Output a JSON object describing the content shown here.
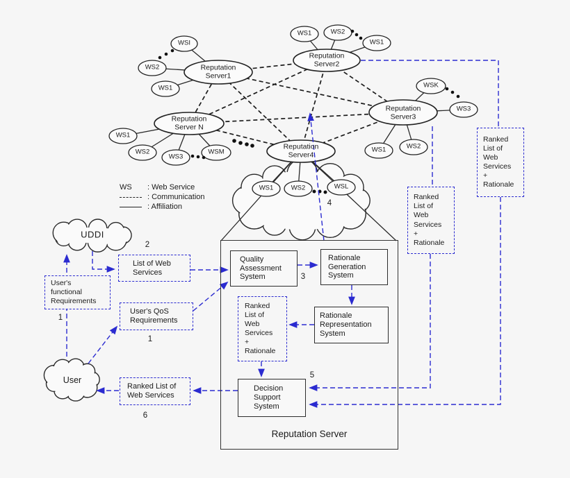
{
  "colors": {
    "ink": "#1b1b1b",
    "accent": "#2b2bd0",
    "background": "#f6f6f6"
  },
  "legend": {
    "rows": [
      {
        "key": "WS",
        "value": ": Web Service"
      },
      {
        "key": "dashed-line",
        "value": ": Communication"
      },
      {
        "key": "solid-line",
        "value": ": Affiliation"
      }
    ]
  },
  "network": {
    "servers": {
      "rs1": "Reputation\nServer1",
      "rs2": "Reputation\nServer2",
      "rs3": "Reputation\nServer3",
      "rs4": "Reputation\nServer4",
      "rsn": "Reputation\nServer N"
    },
    "ws": {
      "rs1": [
        "WSI",
        "WS2",
        "WS1"
      ],
      "rs2": [
        "WS1",
        "WS2",
        "WS1"
      ],
      "rs3": [
        "WSK",
        "WS3",
        "WS1",
        "WS2"
      ],
      "rsn": [
        "WS1",
        "WS2",
        "WS3",
        "WSM"
      ],
      "cloud": [
        "WS1",
        "WS2",
        "WSL"
      ]
    }
  },
  "clouds": {
    "uddi": "UDDI",
    "user": "User"
  },
  "boxes": {
    "list_web": "List of Web\nServices",
    "func_req": "User's\nfunctional\nRequirements",
    "qos_req": "User's QoS\nRequirements",
    "ranked_user": "Ranked List of\nWeb Services",
    "qas": "Quality\nAssessment\nSystem",
    "rgs": "Rationale\nGeneration\nSystem",
    "rrs": "Rationale\nRepresentation\nSystem",
    "dss": "Decision\nSupport\nSystem",
    "ranked_center": "Ranked\nList of\nWeb\nServices\n+\nRationale",
    "ranked_right_inner": "Ranked\nList of\nWeb\nServices\n+\nRationale",
    "ranked_right_outer": "Ranked\nList of\nWeb\nServices\n+\nRationale"
  },
  "container": {
    "label": "Reputation Server"
  },
  "steps": {
    "s1_user": "1",
    "s1_qos": "1",
    "s2": "2",
    "s3": "3",
    "s4": "4",
    "s5": "5",
    "s6": "6"
  }
}
